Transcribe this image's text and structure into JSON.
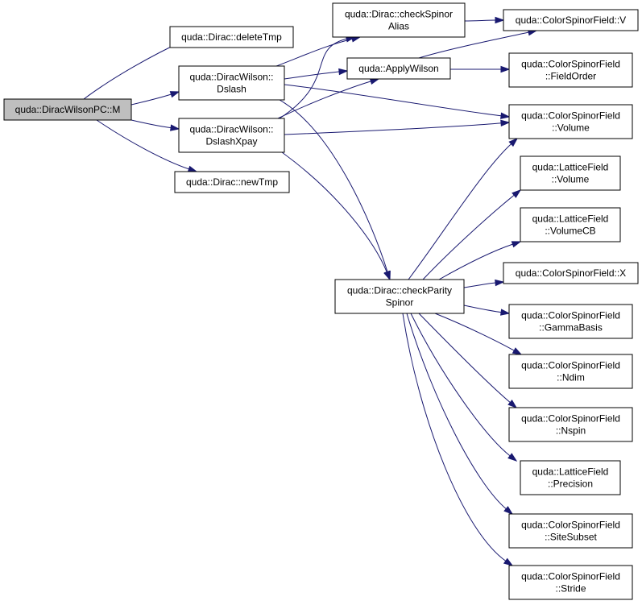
{
  "graph": {
    "edge_color": "#191970",
    "root_fill": "#bfbfbf",
    "nodes": [
      {
        "id": "M",
        "lines": [
          "quda::DiracWilsonPC::M"
        ],
        "root": true
      },
      {
        "id": "deleteTmp",
        "lines": [
          "quda::Dirac::deleteTmp"
        ]
      },
      {
        "id": "Dslash",
        "lines": [
          "quda::DiracWilson::",
          "Dslash"
        ]
      },
      {
        "id": "DslashXpay",
        "lines": [
          "quda::DiracWilson::",
          "DslashXpay"
        ]
      },
      {
        "id": "newTmp",
        "lines": [
          "quda::Dirac::newTmp"
        ]
      },
      {
        "id": "checkSpinorAlias",
        "lines": [
          "quda::Dirac::checkSpinor",
          "Alias"
        ]
      },
      {
        "id": "ApplyWilson",
        "lines": [
          "quda::ApplyWilson"
        ]
      },
      {
        "id": "checkParitySpinor",
        "lines": [
          "quda::Dirac::checkParity",
          "Spinor"
        ]
      },
      {
        "id": "CSF_V",
        "lines": [
          "quda::ColorSpinorField::V"
        ]
      },
      {
        "id": "CSF_FieldOrder",
        "lines": [
          "quda::ColorSpinorField",
          "::FieldOrder"
        ]
      },
      {
        "id": "CSF_Volume",
        "lines": [
          "quda::ColorSpinorField",
          "::Volume"
        ]
      },
      {
        "id": "LF_Volume",
        "lines": [
          "quda::LatticeField",
          "::Volume"
        ]
      },
      {
        "id": "LF_VolumeCB",
        "lines": [
          "quda::LatticeField",
          "::VolumeCB"
        ]
      },
      {
        "id": "CSF_X",
        "lines": [
          "quda::ColorSpinorField::X"
        ]
      },
      {
        "id": "CSF_GammaBasis",
        "lines": [
          "quda::ColorSpinorField",
          "::GammaBasis"
        ]
      },
      {
        "id": "CSF_Ndim",
        "lines": [
          "quda::ColorSpinorField",
          "::Ndim"
        ]
      },
      {
        "id": "CSF_Nspin",
        "lines": [
          "quda::ColorSpinorField",
          "::Nspin"
        ]
      },
      {
        "id": "LF_Precision",
        "lines": [
          "quda::LatticeField",
          "::Precision"
        ]
      },
      {
        "id": "CSF_SiteSubset",
        "lines": [
          "quda::ColorSpinorField",
          "::SiteSubset"
        ]
      },
      {
        "id": "CSF_Stride",
        "lines": [
          "quda::ColorSpinorField",
          "::Stride"
        ]
      }
    ],
    "edges": [
      {
        "from": "M",
        "to": "deleteTmp"
      },
      {
        "from": "M",
        "to": "Dslash"
      },
      {
        "from": "M",
        "to": "DslashXpay"
      },
      {
        "from": "M",
        "to": "newTmp"
      },
      {
        "from": "Dslash",
        "to": "checkSpinorAlias"
      },
      {
        "from": "Dslash",
        "to": "ApplyWilson"
      },
      {
        "from": "Dslash",
        "to": "CSF_Volume"
      },
      {
        "from": "Dslash",
        "to": "checkParitySpinor"
      },
      {
        "from": "DslashXpay",
        "to": "checkSpinorAlias"
      },
      {
        "from": "DslashXpay",
        "to": "ApplyWilson"
      },
      {
        "from": "DslashXpay",
        "to": "CSF_Volume"
      },
      {
        "from": "DslashXpay",
        "to": "checkParitySpinor"
      },
      {
        "from": "checkSpinorAlias",
        "to": "CSF_V"
      },
      {
        "from": "ApplyWilson",
        "to": "CSF_V"
      },
      {
        "from": "ApplyWilson",
        "to": "CSF_FieldOrder"
      },
      {
        "from": "checkParitySpinor",
        "to": "CSF_Volume"
      },
      {
        "from": "checkParitySpinor",
        "to": "LF_Volume"
      },
      {
        "from": "checkParitySpinor",
        "to": "LF_VolumeCB"
      },
      {
        "from": "checkParitySpinor",
        "to": "CSF_X"
      },
      {
        "from": "checkParitySpinor",
        "to": "CSF_GammaBasis"
      },
      {
        "from": "checkParitySpinor",
        "to": "CSF_Ndim"
      },
      {
        "from": "checkParitySpinor",
        "to": "CSF_Nspin"
      },
      {
        "from": "checkParitySpinor",
        "to": "LF_Precision"
      },
      {
        "from": "checkParitySpinor",
        "to": "CSF_SiteSubset"
      },
      {
        "from": "checkParitySpinor",
        "to": "CSF_Stride"
      }
    ]
  }
}
